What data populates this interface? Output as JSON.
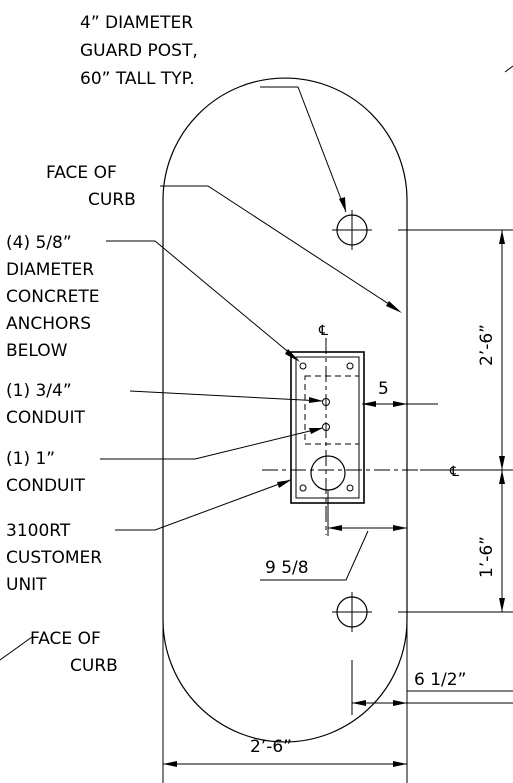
{
  "labels": {
    "guard_post": [
      "4” DIAMETER",
      "GUARD POST,",
      "60” TALL TYP."
    ],
    "face_of_curb_top": [
      "FACE OF",
      "CURB"
    ],
    "anchors": [
      "(4) 5/8”",
      "DIAMETER",
      "CONCRETE",
      "ANCHORS",
      "BELOW"
    ],
    "conduit_34": [
      "(1) 3/4”",
      "CONDUIT"
    ],
    "conduit_1": [
      "(1) 1”",
      "CONDUIT"
    ],
    "customer_unit": [
      "3100RT",
      "CUSTOMER",
      "UNIT"
    ],
    "face_of_curb_bottom": [
      "FACE OF",
      "CURB"
    ]
  },
  "dimensions": {
    "upper_vertical": "2’-6”",
    "lower_vertical": "1’-6”",
    "offset_5": "5",
    "offset_9_5_8": "9 5/8",
    "offset_6_1_2": "6 1/2”",
    "overall_width": "2’-6”"
  },
  "symbols": {
    "centerline": "℄"
  }
}
